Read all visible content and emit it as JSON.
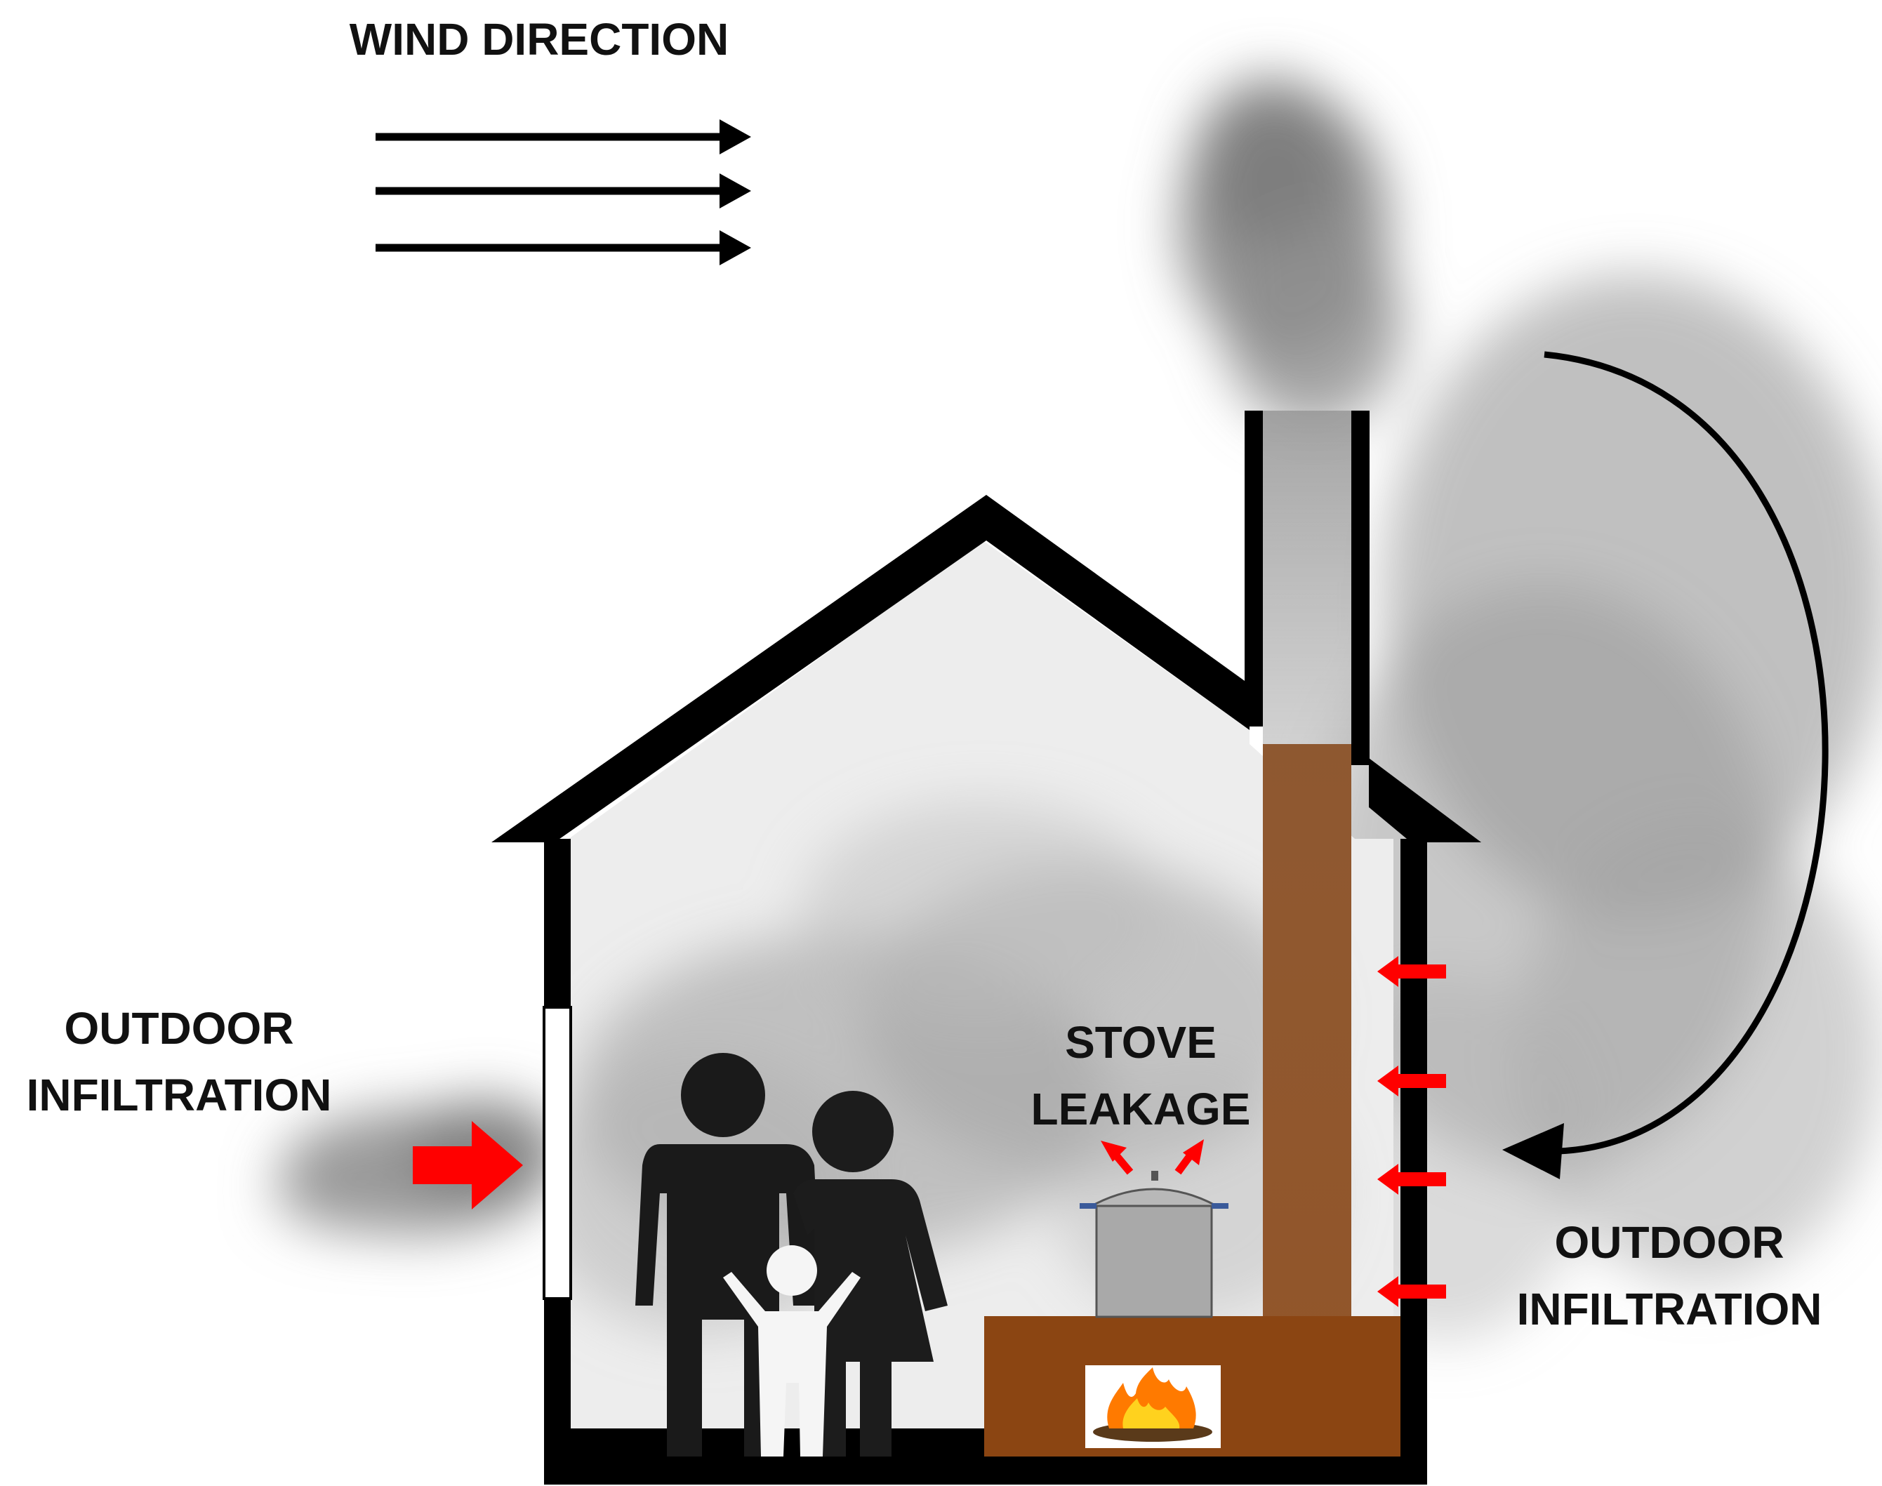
{
  "labels": {
    "wind_direction": "WIND DIRECTION",
    "outdoor_infiltration_left_line1": "OUTDOOR",
    "outdoor_infiltration_left_line2": "INFILTRATION",
    "stove_leakage_line1": "STOVE",
    "stove_leakage_line2": "LEAKAGE",
    "outdoor_infiltration_right_line1": "OUTDOOR",
    "outdoor_infiltration_right_line2": "INFILTRATION"
  },
  "colors": {
    "outline": "#000000",
    "stove_brown": "#8b4512",
    "arrow_red": "#ff0000",
    "smoke_gray": "#8a8a8a",
    "indoor_haze": "#ebebeb",
    "pot_gray": "#a9a9a9",
    "fire_yellow": "#ffd21e",
    "fire_orange": "#ff7a00"
  },
  "icons": {
    "family": "family-silhouette-icon",
    "pot": "cooking-pot-icon",
    "fire": "fire-icon"
  }
}
